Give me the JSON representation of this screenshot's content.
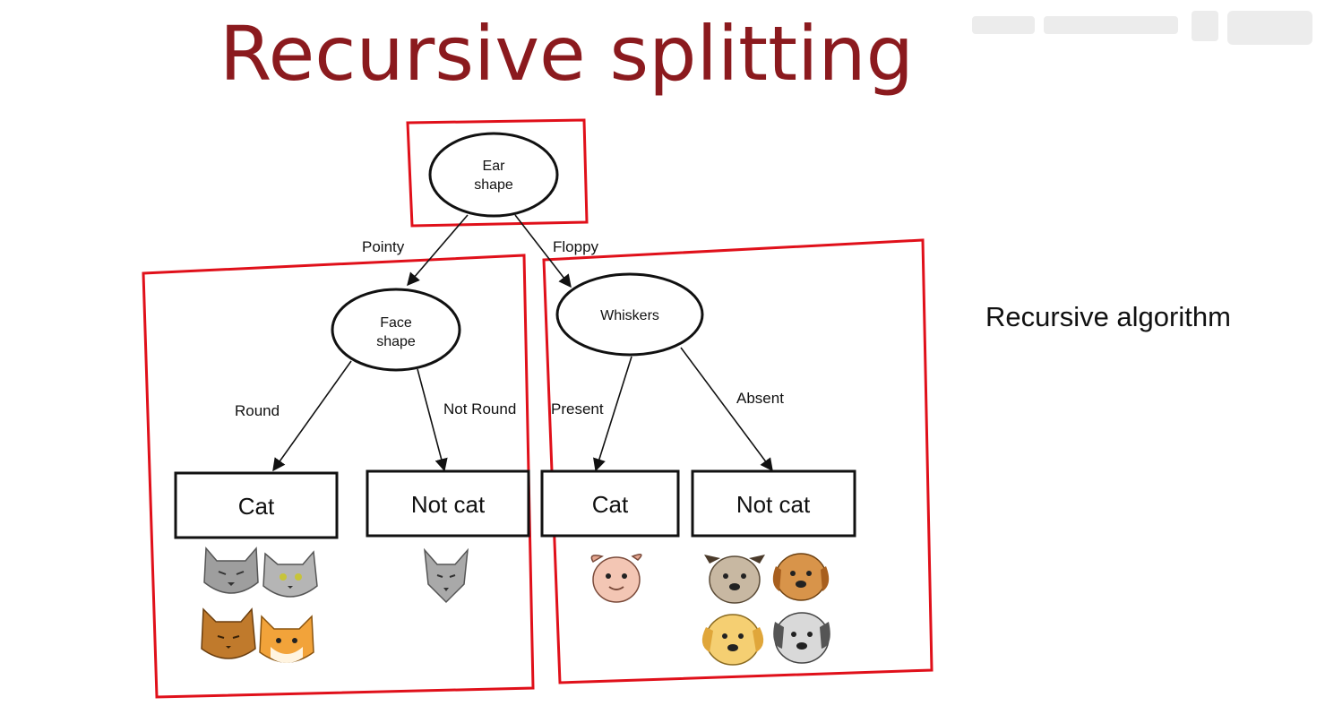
{
  "title": "Recursive splitting",
  "side_note": "Recursive algorithm",
  "tree": {
    "root": {
      "line1": "Ear",
      "line2": "shape"
    },
    "edge_pointy": "Pointy",
    "edge_floppy": "Floppy",
    "left_node": {
      "line1": "Face",
      "line2": "shape"
    },
    "right_node": {
      "label": "Whiskers"
    },
    "edge_round": "Round",
    "edge_not_round": "Not Round",
    "edge_present": "Present",
    "edge_absent": "Absent",
    "leaves": [
      "Cat",
      "Not cat",
      "Cat",
      "Not cat"
    ]
  },
  "colors": {
    "title": "#8b1a1e",
    "highlight": "#e0101a"
  },
  "icons": {
    "leaf1": [
      "cat-icon",
      "cat-icon",
      "cat-icon",
      "cat-icon"
    ],
    "leaf2": [
      "cat-icon"
    ],
    "leaf3": [
      "dog-icon"
    ],
    "leaf4": [
      "dog-icon",
      "dog-icon",
      "dog-icon",
      "dog-icon"
    ]
  }
}
